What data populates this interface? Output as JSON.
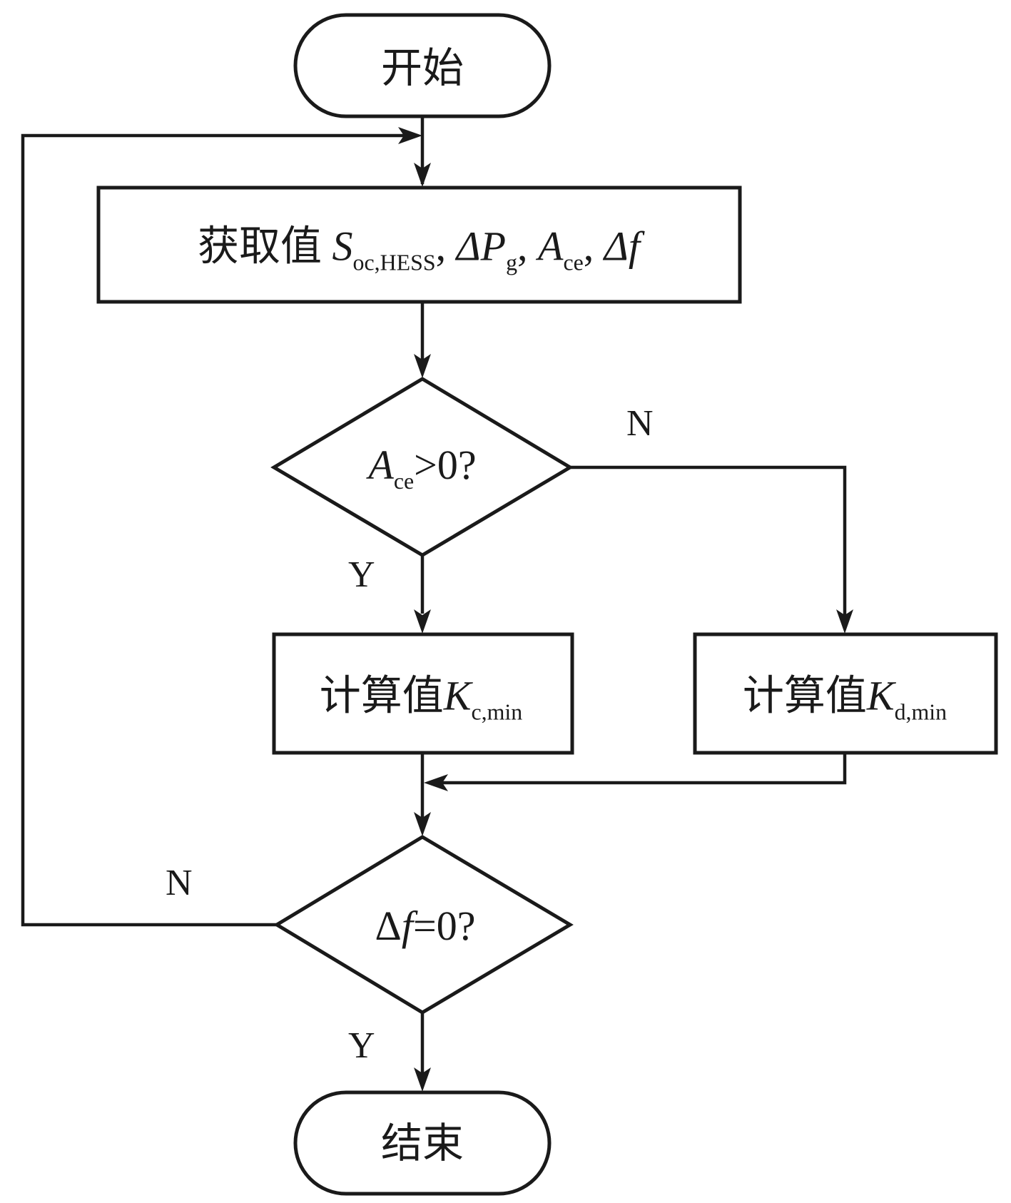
{
  "diagram": {
    "type": "flowchart",
    "nodes": {
      "start": {
        "shape": "terminal",
        "text": "开始"
      },
      "acquire": {
        "shape": "process",
        "prefix": "获取值",
        "vars": [
          {
            "main": "S",
            "sub": "oc,HESS",
            "sep": ", "
          },
          {
            "main": "ΔP",
            "sub": "g",
            "sep": ", "
          },
          {
            "main": "A",
            "sub": "ce",
            "sep": ", "
          },
          {
            "main": "Δf",
            "sub": "",
            "sep": ""
          }
        ]
      },
      "decision_ace": {
        "shape": "decision",
        "var": "A",
        "sub": "ce",
        "cond": ">0?"
      },
      "calc_c": {
        "shape": "process",
        "prefix": "计算值",
        "var": "K",
        "sub": "c,min"
      },
      "calc_d": {
        "shape": "process",
        "prefix": "计算值",
        "var": "K",
        "sub": "d,min"
      },
      "decision_df": {
        "shape": "decision",
        "delta": "Δ",
        "var": "f",
        "cond": "=0?"
      },
      "end": {
        "shape": "terminal",
        "text": "结束"
      }
    },
    "branch_labels": {
      "ace_yes": "Y",
      "ace_no": "N",
      "df_yes": "Y",
      "df_no": "N"
    },
    "edges": [
      {
        "from": "start",
        "to": "acquire"
      },
      {
        "from": "acquire",
        "to": "decision_ace"
      },
      {
        "from": "decision_ace",
        "to": "calc_c",
        "label": "Y"
      },
      {
        "from": "decision_ace",
        "to": "calc_d",
        "label": "N"
      },
      {
        "from": "calc_c",
        "to": "decision_df"
      },
      {
        "from": "calc_d",
        "to": "decision_df"
      },
      {
        "from": "decision_df",
        "to": "end",
        "label": "Y"
      },
      {
        "from": "decision_df",
        "to": "acquire",
        "label": "N"
      }
    ]
  }
}
